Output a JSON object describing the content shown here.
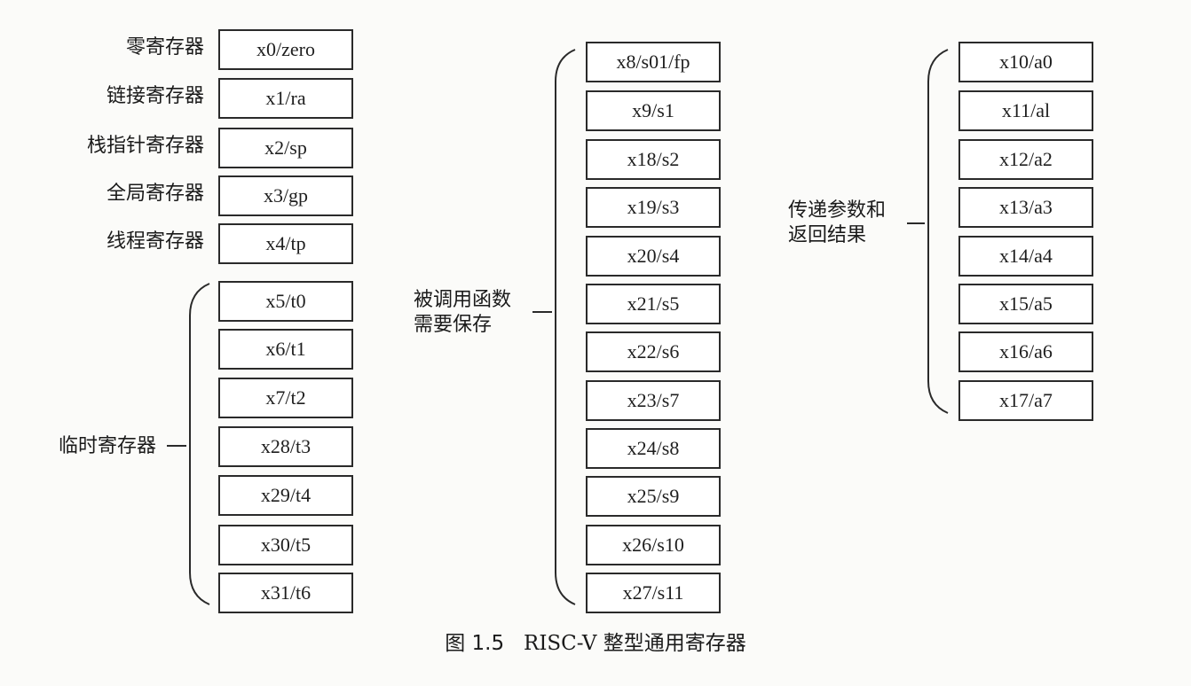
{
  "caption": {
    "figure_label": "图 1.5",
    "title": "RISC-V 整型通用寄存器"
  },
  "column_left": {
    "single": [
      {
        "label": "零寄存器",
        "reg": "x0/zero"
      },
      {
        "label": "链接寄存器",
        "reg": "x1/ra"
      },
      {
        "label": "栈指针寄存器",
        "reg": "x2/sp"
      },
      {
        "label": "全局寄存器",
        "reg": "x3/gp"
      },
      {
        "label": "线程寄存器",
        "reg": "x4/tp"
      }
    ],
    "group_label": "临时寄存器",
    "group_regs": [
      "x5/t0",
      "x6/t1",
      "x7/t2",
      "x28/t3",
      "x29/t4",
      "x30/t5",
      "x31/t6"
    ]
  },
  "column_middle": {
    "group_label_lines": [
      "被调用函数",
      "需要保存"
    ],
    "group_regs": [
      "x8/s01/fp",
      "x9/s1",
      "x18/s2",
      "x19/s3",
      "x20/s4",
      "x21/s5",
      "x22/s6",
      "x23/s7",
      "x24/s8",
      "x25/s9",
      "x26/s10",
      "x27/s11"
    ]
  },
  "column_right": {
    "group_label_lines": [
      "传递参数和",
      "返回结果"
    ],
    "group_regs": [
      "x10/a0",
      "x11/al",
      "x12/a2",
      "x13/a3",
      "x14/a4",
      "x15/a5",
      "x16/a6",
      "x17/a7"
    ]
  }
}
